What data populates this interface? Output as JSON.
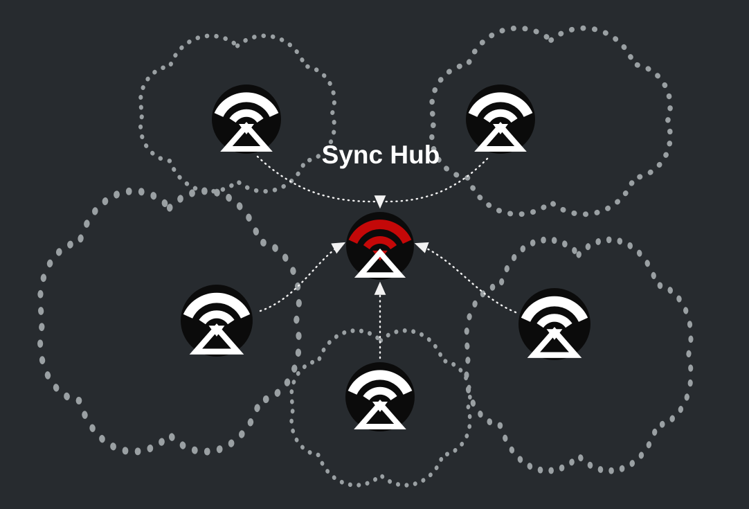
{
  "title": "Sync Hub",
  "colors": {
    "background": "#272b2f",
    "node_fill": "#0b0b0b",
    "peer_icon": "#ffffff",
    "hub_accent": "#c40808",
    "cloud_stroke": "#9aa0a3",
    "arrow": "#f2f2f2",
    "title_color": "#ffffff"
  },
  "nodes": {
    "hub": {
      "name": "sync-hub",
      "icon": "wifi-signal-icon",
      "accent": "#c40808"
    },
    "peers": [
      {
        "name": "peer-top-left",
        "icon": "wifi-signal-icon"
      },
      {
        "name": "peer-top-right",
        "icon": "wifi-signal-icon"
      },
      {
        "name": "peer-mid-left",
        "icon": "wifi-signal-icon"
      },
      {
        "name": "peer-bottom-center",
        "icon": "wifi-signal-icon"
      },
      {
        "name": "peer-mid-right",
        "icon": "wifi-signal-icon"
      }
    ]
  }
}
